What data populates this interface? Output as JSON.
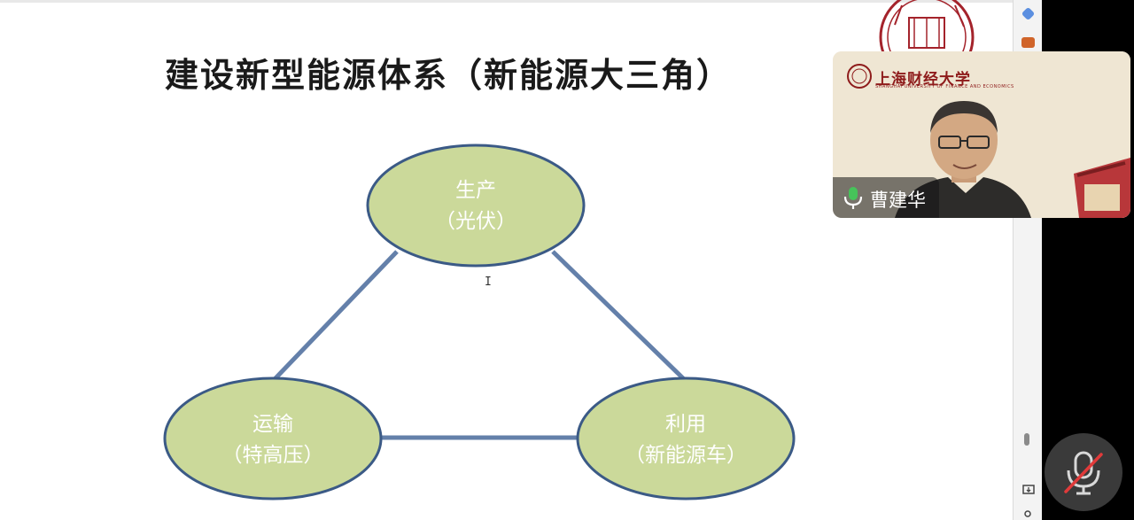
{
  "slide": {
    "title": "建设新型能源体系（新能源大三角）",
    "cursor_glyph": "I",
    "nodes": {
      "top": {
        "line1": "生产",
        "line2": "（光伏）"
      },
      "left": {
        "line1": "运输",
        "line2": "（特高压）"
      },
      "right": {
        "line1": "利用",
        "line2": "（新能源车）"
      }
    },
    "colors": {
      "node_fill": "#cbd99a",
      "node_stroke": "#3b5a86",
      "edge": "#6480aa"
    }
  },
  "video_tile": {
    "university_name": "上海财经大学",
    "university_sub": "SHANGHAI UNIVERSITY OF FINANCE AND ECONOMICS",
    "participant_name": "曹建华",
    "mic_icon": "microphone-icon"
  },
  "controls": {
    "mute_icon": "microphone-off-icon"
  }
}
